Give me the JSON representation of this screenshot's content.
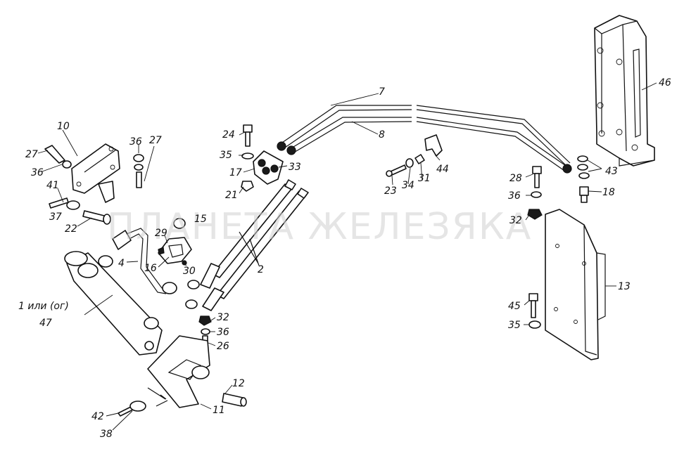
{
  "watermark": "ПЛАНЕТА ЖЕЛЕЗЯКА",
  "labels": {
    "l1": "1",
    "l1_suffix": "или (ог)",
    "l47": "47",
    "l2": "2",
    "l4": "4",
    "l7": "7",
    "l8": "8",
    "l10": "10",
    "l11": "11",
    "l12": "12",
    "l13": "13",
    "l15": "15",
    "l16": "16",
    "l17": "17",
    "l18": "18",
    "l21": "21",
    "l22": "22",
    "l23": "23",
    "l24": "24",
    "l26": "26",
    "l27a": "27",
    "l27b": "27",
    "l28": "28",
    "l29": "29",
    "l30": "30",
    "l31": "31",
    "l32a": "32",
    "l32b": "32",
    "l33": "33",
    "l34": "34",
    "l35a": "35",
    "l35b": "35",
    "l36a": "36",
    "l36b": "36",
    "l36c": "36",
    "l36d": "36",
    "l37": "37",
    "l38": "38",
    "l41": "41",
    "l42": "42",
    "l43": "43",
    "l44": "44",
    "l45": "45",
    "l46": "46"
  }
}
